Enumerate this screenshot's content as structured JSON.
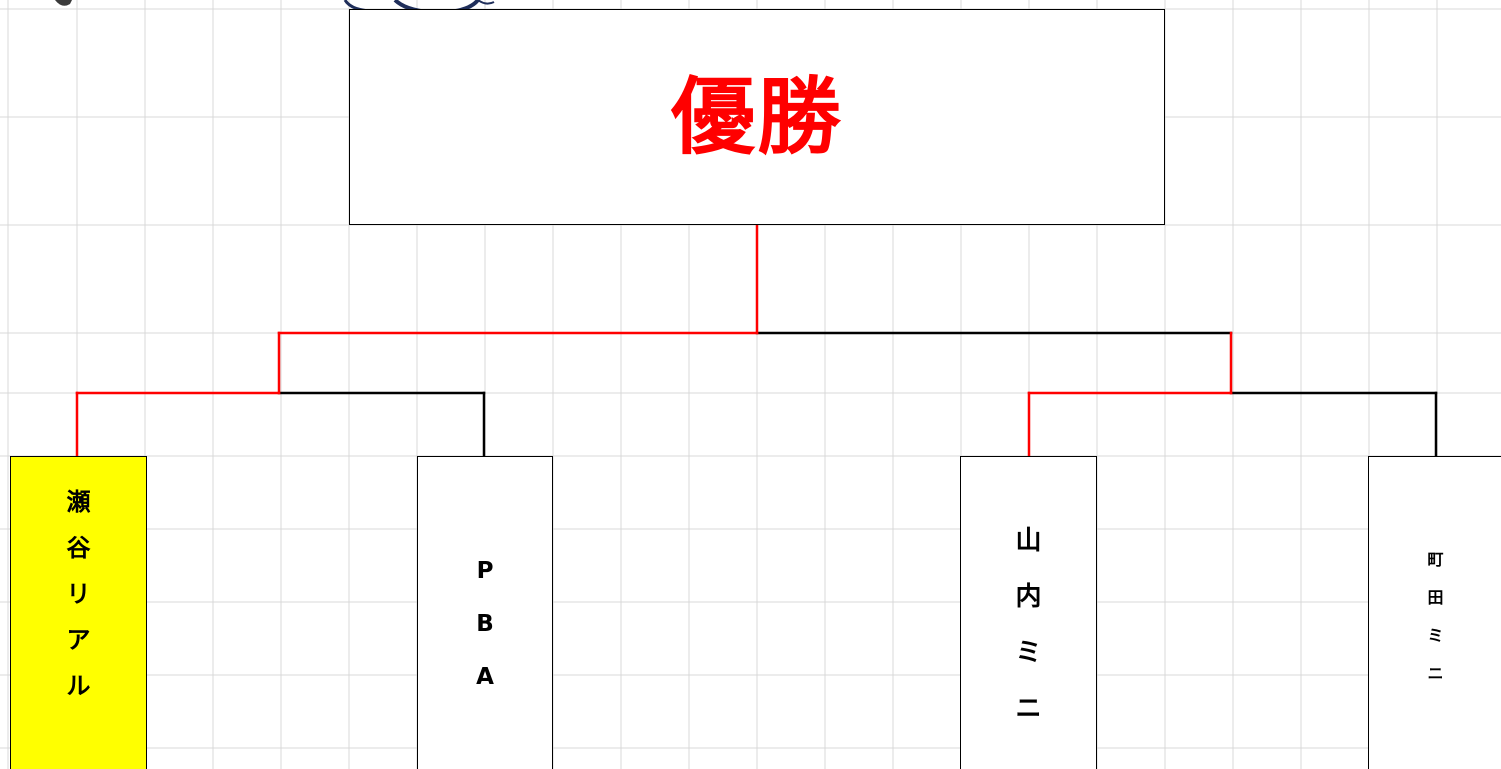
{
  "champion": {
    "label": "優勝",
    "color": "#ff0000"
  },
  "teams": [
    {
      "name": "瀬\n谷\nリ\nア\nル",
      "fill": "#ffff00",
      "winner": true
    },
    {
      "name": "P\nB\nA",
      "fill": "#ffffff",
      "winner": false
    },
    {
      "name": "山\n内\nミ\nニ",
      "fill": "#ffffff",
      "winner": true
    },
    {
      "name": "町\n田\nミ\nニ",
      "fill": "#ffffff",
      "winner": false
    }
  ],
  "colors": {
    "winner_line": "#ff0000",
    "line": "#000000",
    "grid": "#d9d9d9"
  }
}
